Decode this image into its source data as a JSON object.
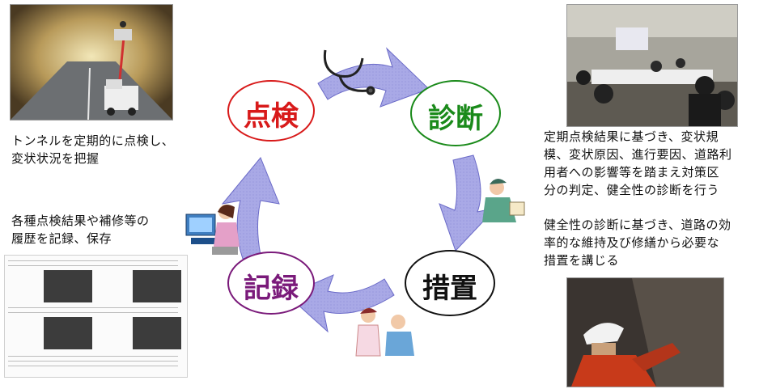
{
  "cycle": {
    "inspection": {
      "label": "点検",
      "color": "#d81a1a"
    },
    "diagnosis": {
      "label": "診断",
      "color": "#1a8a1a"
    },
    "measures": {
      "label": "措置",
      "color": "#111111"
    },
    "record": {
      "label": "記録",
      "color": "#7a1a7a"
    }
  },
  "captions": {
    "inspection": [
      "トンネルを定期的に点検し、",
      "変状状況を把握"
    ],
    "diagnosis": [
      "定期点検結果に基づき、変状規",
      "模、変状原因、進行要因、道路利",
      "用者への影響等を踏まえ対策区",
      "分の判定、健全性の診断を行う"
    ],
    "measures": [
      "健全性の診断に基づき、道路の効",
      "率的な維持及び修繕から必要な",
      "措置を講じる"
    ],
    "record": [
      "各種点検結果や補修等の",
      "履歴を記録、保存"
    ]
  },
  "colors": {
    "arrow_fill": "#a9a9e6",
    "arrow_stroke": "#6b6bc8"
  }
}
